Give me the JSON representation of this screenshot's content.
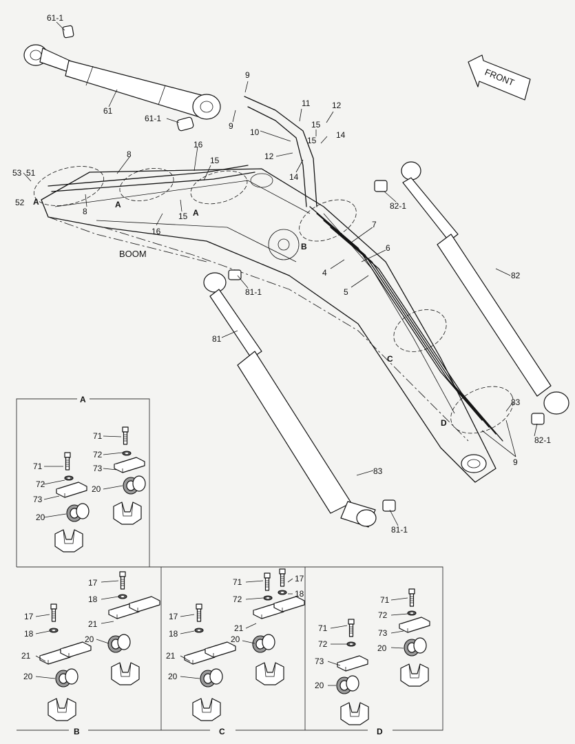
{
  "labels": {
    "l61_1_top": "61-1",
    "l61": "61",
    "l61_1_mid": "61-1",
    "l9_a": "9",
    "l9_b": "9",
    "l11": "11",
    "l10": "10",
    "l12_a": "12",
    "l15_a": "15",
    "l15_b": "15",
    "l14_a": "14",
    "l12_b": "12",
    "l14_b": "14",
    "l8_a": "8",
    "l8_b": "8",
    "l16_a": "16",
    "l15_c": "15",
    "l15_d": "15",
    "l16_b": "16",
    "l53": "53",
    "l51": "51",
    "l52": "52",
    "lA_1": "A",
    "lA_2": "A",
    "lA_3": "A",
    "lB": "B",
    "lC": "C",
    "lD": "D",
    "boom": "BOOM",
    "l82_1_top": "82-1",
    "l82": "82",
    "l7": "7",
    "l6": "6",
    "l4": "4",
    "l5": "5",
    "l81_1_top": "81-1",
    "l81": "81",
    "l83_a": "83",
    "l83_b": "83",
    "l82_1_bot": "82-1",
    "l9_c": "9",
    "l81_1_bot": "81-1",
    "front": "FRONT"
  },
  "panels": {
    "A": {
      "title": "A",
      "labels": [
        "71",
        "72",
        "73",
        "20",
        "71",
        "72",
        "73",
        "20"
      ]
    },
    "B": {
      "title": "B",
      "labels": [
        "17",
        "18",
        "21",
        "20",
        "17",
        "18",
        "21",
        "20"
      ]
    },
    "C": {
      "title": "C",
      "labels": [
        "71",
        "17",
        "72",
        "18",
        "17",
        "18",
        "21",
        "20",
        "21",
        "20"
      ]
    },
    "D": {
      "title": "D",
      "labels": [
        "71",
        "72",
        "73",
        "20",
        "71",
        "72",
        "73",
        "20"
      ]
    }
  }
}
